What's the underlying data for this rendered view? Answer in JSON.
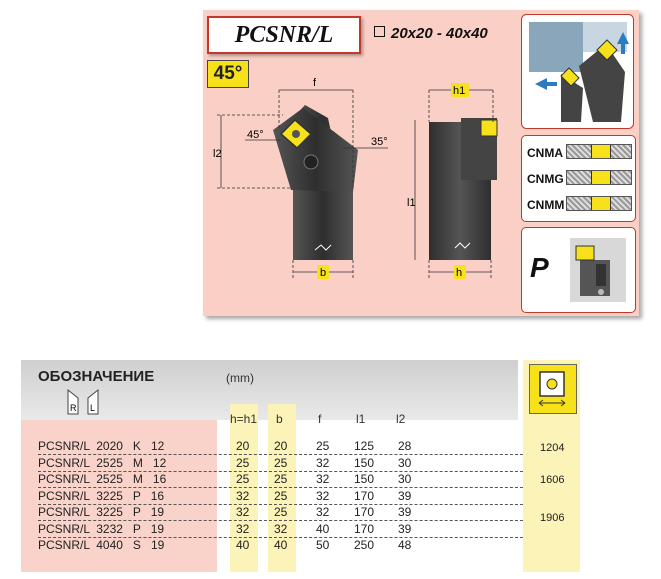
{
  "header": {
    "title": "PCSNR/L",
    "size_range": "20x20 - 40x40",
    "approach_angle": "45°"
  },
  "drawing": {
    "labels": {
      "f": "f",
      "h1": "h1",
      "l2": "l2",
      "l1": "l1",
      "b": "b",
      "h": "h",
      "angle_a": "45°",
      "angle_b": "35°"
    }
  },
  "compatible_inserts": [
    "CNMA",
    "CNMG",
    "CNMM"
  ],
  "material_group": "P",
  "table": {
    "designation_header": "ОБОЗНАЧЕНИЕ",
    "unit": "(mm)",
    "hand_labels": [
      "R",
      "L"
    ],
    "columns": [
      "h=h1",
      "b",
      "f",
      "l1",
      "l2"
    ],
    "rows": [
      {
        "designation": "PCSNR/L  2020   K   12",
        "h": "20",
        "b": "20",
        "f": "25",
        "l1": "125",
        "l2": "28"
      },
      {
        "designation": "PCSNR/L  2525   M   12",
        "h": "25",
        "b": "25",
        "f": "32",
        "l1": "150",
        "l2": "30"
      },
      {
        "designation": "PCSNR/L  2525   M   16",
        "h": "25",
        "b": "25",
        "f": "32",
        "l1": "150",
        "l2": "30"
      },
      {
        "designation": "PCSNR/L  3225   P   16",
        "h": "32",
        "b": "25",
        "f": "32",
        "l1": "170",
        "l2": "39"
      },
      {
        "designation": "PCSNR/L  3225   P   19",
        "h": "32",
        "b": "25",
        "f": "32",
        "l1": "170",
        "l2": "39"
      },
      {
        "designation": "PCSNR/L  3232   P   19",
        "h": "32",
        "b": "32",
        "f": "40",
        "l1": "170",
        "l2": "39"
      },
      {
        "designation": "PCSNR/L  4040   S   19",
        "h": "40",
        "b": "40",
        "f": "50",
        "l1": "250",
        "l2": "48"
      }
    ],
    "insert_codes": [
      "1204",
      "1606",
      "1906"
    ]
  },
  "colors": {
    "panel_bg": "#f9cfc6",
    "accent_red": "#c0392b",
    "insert_yellow": "#f7e11a",
    "column_highlight": "#fbf3b8",
    "tool_dark": "#3a3a3a"
  }
}
